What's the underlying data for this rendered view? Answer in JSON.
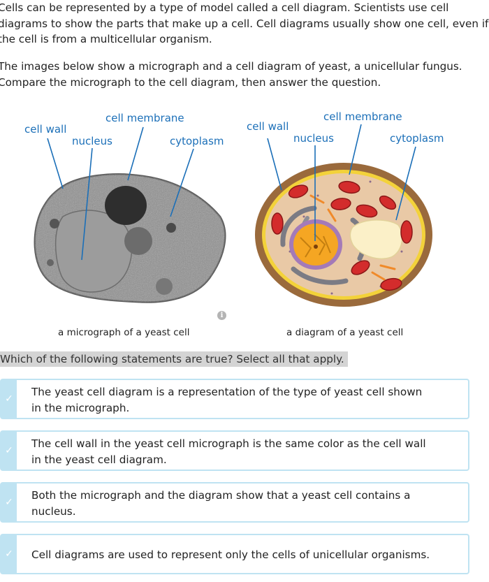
{
  "intro": {
    "paragraph1": [
      "Cells can be represented by a type of model called a cell diagram. Scientists use cell",
      "diagrams to show the parts that make up a cell. Cell diagrams usually show one cell, even if",
      "the cell is from a multicellular organism."
    ],
    "paragraph2": [
      "The images below show a micrograph and a cell diagram of yeast, a unicellular fungus.",
      "Compare the micrograph to the cell diagram, then answer the question."
    ]
  },
  "micrograph": {
    "labels": {
      "cell_wall": "cell wall",
      "cell_membrane": "cell membrane",
      "nucleus": "nucleus",
      "cytoplasm": "cytoplasm"
    },
    "caption": "a micrograph of a yeast cell"
  },
  "diagram": {
    "labels": {
      "cell_wall": "cell wall",
      "cell_membrane": "cell membrane",
      "nucleus": "nucleus",
      "cytoplasm": "cytoplasm"
    },
    "caption": "a diagram of a yeast cell"
  },
  "info_icon": "i",
  "question": "Which of the following statements are true? Select all that apply.",
  "options": [
    {
      "line1": "The yeast cell diagram is a representation of the type of yeast cell shown",
      "line2": "in the micrograph."
    },
    {
      "line1": "The cell wall in the yeast cell micrograph is the same color as the cell wall",
      "line2": "in the yeast cell diagram."
    },
    {
      "line1": "Both the micrograph and the diagram show that a yeast cell contains a",
      "line2": "nucleus."
    },
    {
      "line1": "Cell diagrams are used to represent only the cells of unicellular organisms.",
      "line2": ""
    }
  ],
  "check_icon": "✓",
  "colors": {
    "label_blue": "#1b6fb8",
    "option_border": "#bfe3f2",
    "question_bg": "#d4d4d4",
    "cell_wall_brown": "#9a6a3c",
    "membrane_yellow": "#f3d23a",
    "cytoplasm_tan": "#e9c9a6",
    "mitochondria_red": "#d32c2c",
    "nucleus_orange": "#f5a623"
  }
}
